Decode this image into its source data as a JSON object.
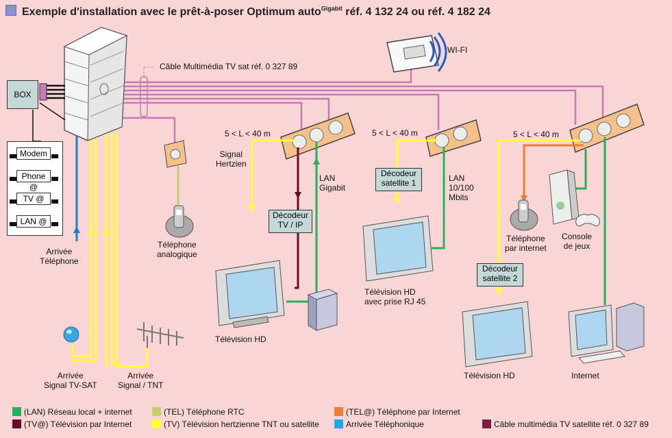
{
  "title": {
    "main": "Exemple d'installation avec le prêt-à-poser Optimum auto",
    "sup": "Gigabit",
    "ref": "réf. 4 132 24 ou réf. 4 182 24"
  },
  "colors": {
    "lan": "#22b35a",
    "tv_ip": "#6b0a2c",
    "tel": "#c3d16d",
    "tv": "#ffff33",
    "tel_internet": "#f07b35",
    "arrivee": "#1d7fc4",
    "multimedia": "#c77ab6",
    "background": "#f9d5d5"
  },
  "labels": {
    "box": "BOX",
    "cable": "Câble Multimédia TV sat réf. 0 327 89",
    "wifi": "WI-FI",
    "dist1": "5 < L < 40 m",
    "dist2": "5 < L < 40 m",
    "dist3": "5 < L < 40 m",
    "signal_hertzien": [
      "Signal",
      "Hertzien"
    ],
    "lan_gigabit": [
      "LAN",
      "Gigabit"
    ],
    "lan_10_100": [
      "LAN",
      "10/100",
      "Mbits"
    ],
    "decodeur_tvip": [
      "Décodeur",
      "TV / IP"
    ],
    "decodeur_sat1": [
      "Décodeur",
      "satellite 1"
    ],
    "decodeur_sat2": [
      "Décodeur",
      "satellite 2"
    ],
    "arrivee_tel": [
      "Arrivée",
      "Téléphone"
    ],
    "tel_analogique": [
      "Téléphone",
      "analogique"
    ],
    "tel_internet": [
      "Téléphone",
      "par internet"
    ],
    "console": [
      "Console",
      "de jeux"
    ],
    "tv_hd_1": "Télévision HD",
    "tv_hd_rj45": [
      "Télévision HD",
      "avec prise RJ 45"
    ],
    "tv_hd_2": "Télévision HD",
    "internet": "Internet",
    "arrivee_sat": [
      "Arrivée",
      "Signal TV-SAT"
    ],
    "arrivee_tnt": [
      "Arrivée",
      "Signal / TNT"
    ]
  },
  "modules": [
    "Modem",
    "Phone @",
    "TV @",
    "LAN @"
  ],
  "legend": [
    {
      "key": "lan",
      "text": "(LAN) Réseau local + internet"
    },
    {
      "key": "tv_ip",
      "text": "(TV@) Télévision par Internet"
    },
    {
      "key": "tel",
      "text": "(TEL) Téléphone RTC"
    },
    {
      "key": "tv",
      "text": "(TV) Télévision hertzienne TNT ou satellite"
    },
    {
      "key": "tel_internet",
      "text": "(TEL@) Téléphone par Internet"
    },
    {
      "key": "arrivee",
      "text": "Arrivée Téléphonique"
    },
    {
      "key": "tv_ip",
      "text": "Câble multimédia TV satellite réf. 0 327 89"
    }
  ]
}
